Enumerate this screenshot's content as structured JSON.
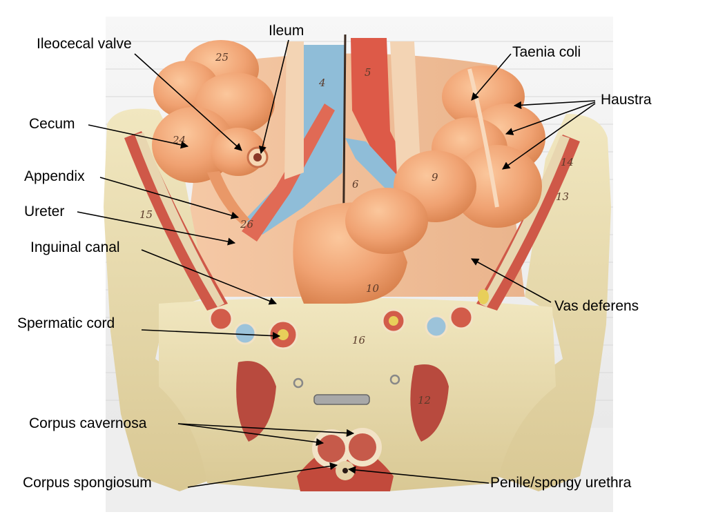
{
  "labels": {
    "ileum": "Ileum",
    "ileocecal_valve": "Ileocecal valve",
    "taenia_coli": "Taenia coli",
    "haustra": "Haustra",
    "cecum": "Cecum",
    "appendix": "Appendix",
    "ureter": "Ureter",
    "inguinal_canal": "Inguinal canal",
    "vas_deferens": "Vas deferens",
    "spermatic_cord": "Spermatic cord",
    "corpus_cavernosa": "Corpus cavernosa",
    "corpus_spongiosum": "Corpus spongiosum",
    "penile_spongy_urethra": "Penile/spongy urethra"
  },
  "model_numbers": [
    "25",
    "4",
    "5",
    "24",
    "6",
    "9",
    "26",
    "15",
    "10",
    "16",
    "12",
    "14",
    "13"
  ],
  "colors": {
    "colon": "#f0a978",
    "bone": "#e8dcae",
    "artery": "#e0604c",
    "vein": "#7ab0d0",
    "muscle": "#c8483c",
    "background": "#f4f4f4"
  }
}
